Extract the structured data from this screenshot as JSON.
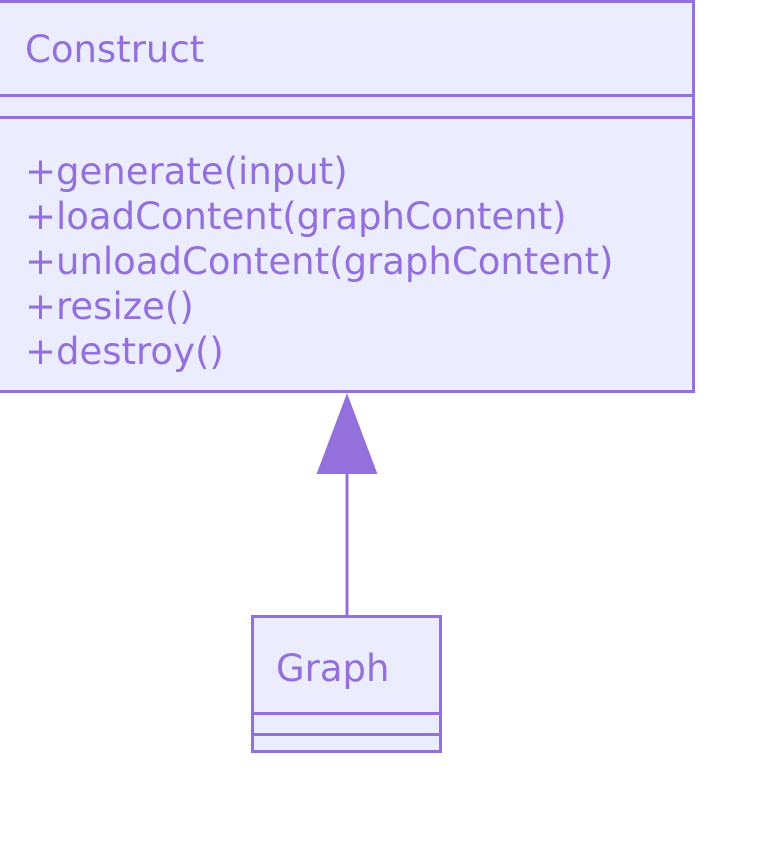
{
  "diagram": {
    "classes": [
      {
        "name": "Construct",
        "methods": [
          "+generate(input)",
          "+loadContent(graphContent)",
          "+unloadContent(graphContent)",
          "+resize()",
          "+destroy()"
        ]
      },
      {
        "name": "Graph",
        "methods": []
      }
    ],
    "relations": [
      {
        "from": "Graph",
        "to": "Construct",
        "type": "inheritance"
      }
    ]
  },
  "colors": {
    "fill": "#ECECFF",
    "stroke": "#9370DB",
    "text": "#9370DB"
  }
}
